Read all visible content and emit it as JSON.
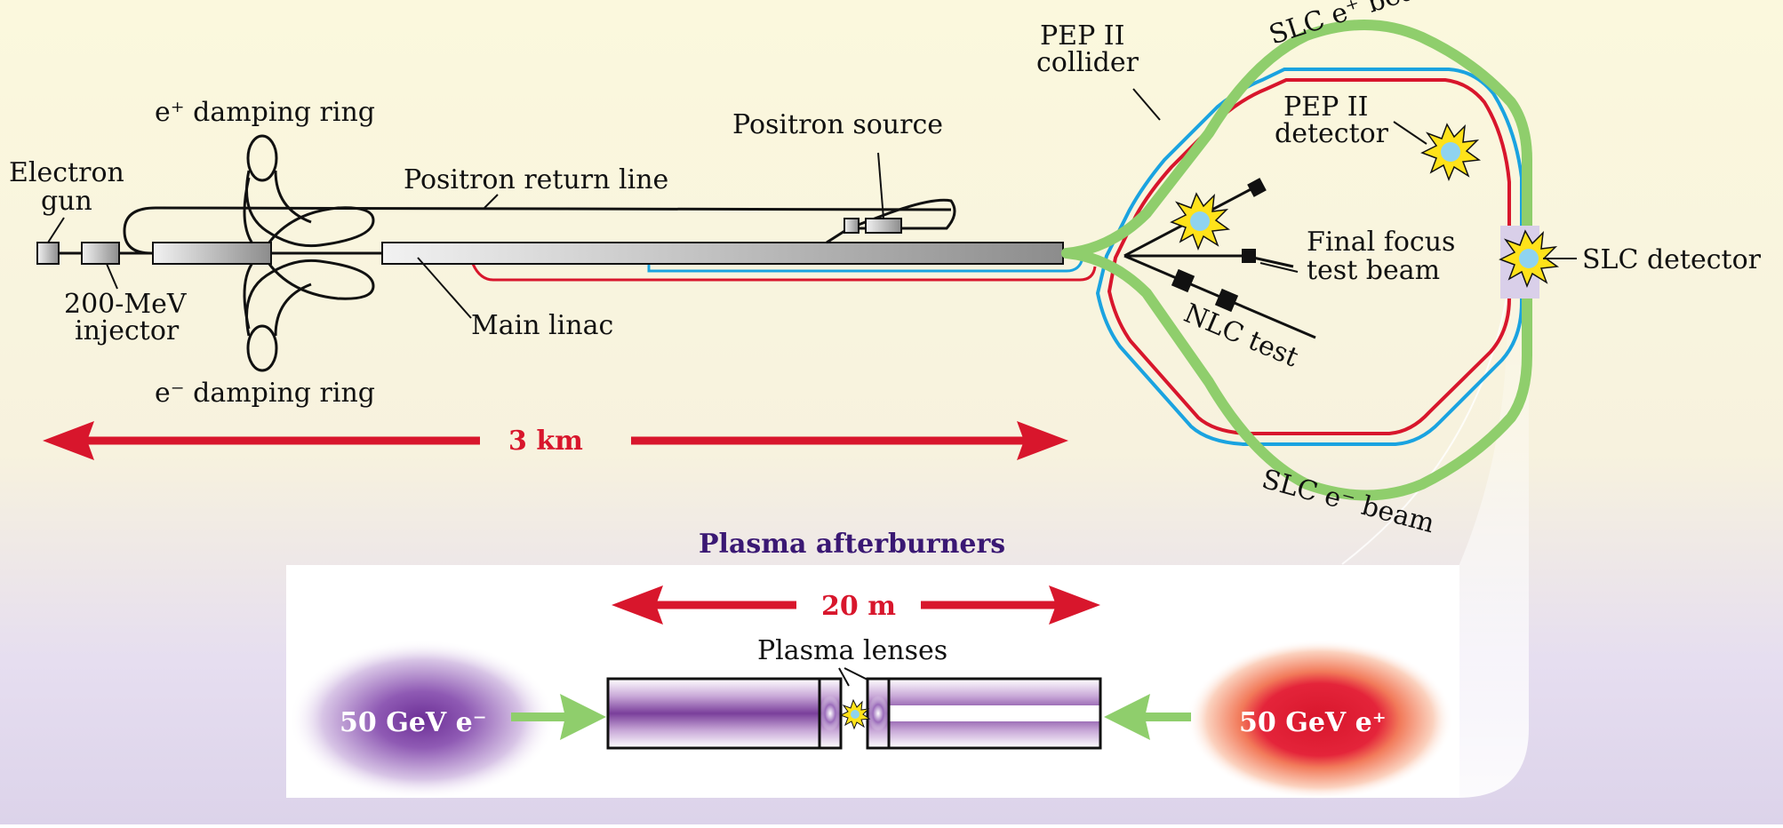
{
  "labels": {
    "electron_gun": [
      "Electron",
      "gun"
    ],
    "injector": [
      "200-MeV",
      "injector"
    ],
    "e_plus_damping_ring": "e⁺ damping ring",
    "e_minus_damping_ring": "e⁻ damping ring",
    "positron_return_line": "Positron return line",
    "positron_source": "Positron source",
    "main_linac": "Main linac",
    "pep_collider": [
      "PEP II",
      "collider"
    ],
    "pep_detector": [
      "PEP II",
      "detector"
    ],
    "final_focus": [
      "Final focus",
      "test beam"
    ],
    "nlc_test": "NLC test",
    "slc_detector": "SLC detector",
    "slc_eplus_beam": "SLC e⁺ beam",
    "slc_eminus_beam": "SLC e⁻ beam",
    "scale_main": "3 km",
    "inset_title": "Plasma afterburners",
    "scale_inset": "20 m",
    "plasma_lenses": "Plasma lenses",
    "beam_left": "50 GeV e⁻",
    "beam_right": "50 GeV e⁺"
  },
  "colors": {
    "background_top": "#fbf8dd",
    "background_bottom": "#dcd3ea",
    "red": "#d8162c",
    "blue": "#1aa3e0",
    "green": "#8fce6c",
    "purple": "#6d3d97",
    "orange": "#f08a55"
  },
  "icons": {
    "collision": "starburst-icon",
    "arrow": "double-headed-arrow-icon"
  }
}
